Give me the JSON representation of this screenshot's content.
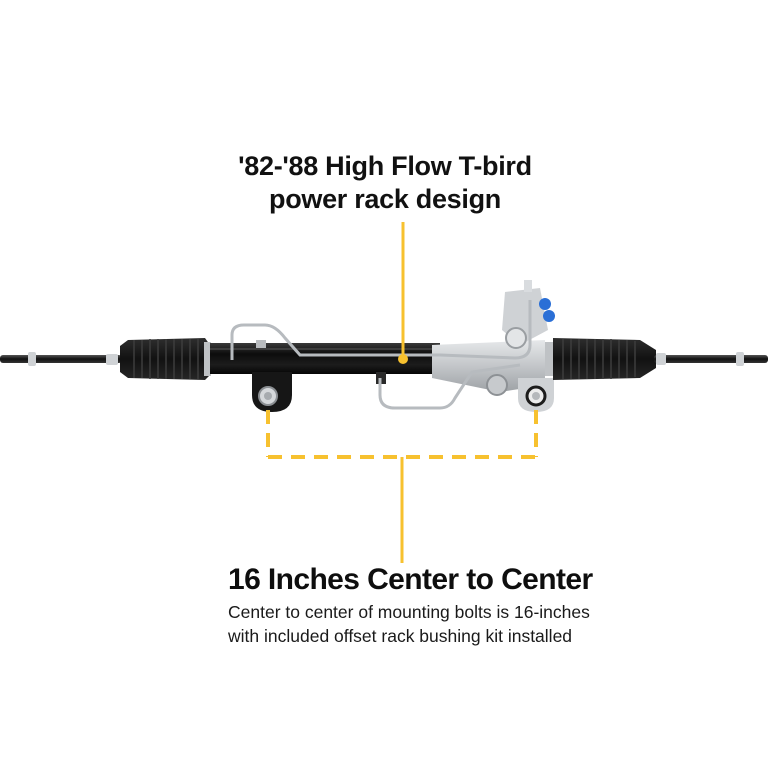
{
  "callout_top": {
    "line1": "'82-'88 High Flow T-bird",
    "line2": "power rack design"
  },
  "callout_bottom": {
    "title": "16 Inches Center to Center",
    "desc_line1": "Center to center of mounting bolts is 16-inches",
    "desc_line2": "with included offset rack bushing kit installed"
  },
  "colors": {
    "callout_yellow": "#f7c12f",
    "rack_tube": "#111111",
    "boot": "#1a1a1a",
    "valve_body": "#c9cccf",
    "fitting_blue": "#2a6fd6"
  },
  "product": {
    "name": "power steering rack and pinion",
    "icon": "steering-rack-illustration"
  }
}
